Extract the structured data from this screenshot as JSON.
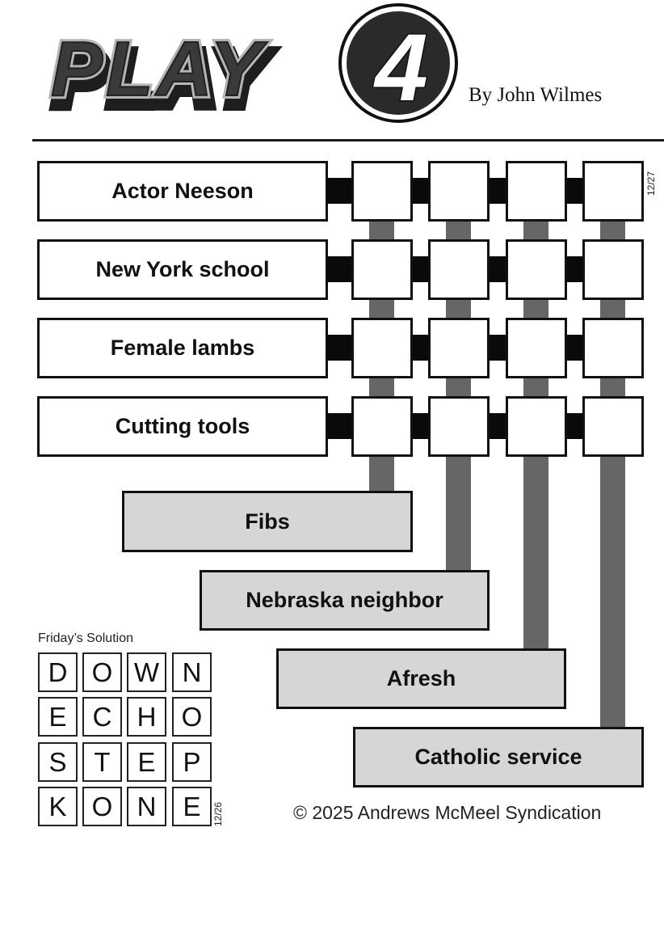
{
  "header": {
    "logo_text": "PLAY",
    "logo_number": "4",
    "byline": "By John Wilmes"
  },
  "puzzle": {
    "date": "12/27",
    "across_clues": [
      {
        "label": "Actor Neeson"
      },
      {
        "label": "New York school"
      },
      {
        "label": "Female lambs"
      },
      {
        "label": "Cutting tools"
      }
    ],
    "down_clues": [
      {
        "label": "Fibs"
      },
      {
        "label": "Nebraska neighbor"
      },
      {
        "label": "Afresh"
      },
      {
        "label": "Catholic service"
      }
    ],
    "grid": [
      [
        "",
        "",
        "",
        ""
      ],
      [
        "",
        "",
        "",
        ""
      ],
      [
        "",
        "",
        "",
        ""
      ],
      [
        "",
        "",
        "",
        ""
      ]
    ]
  },
  "solution": {
    "title": "Friday’s Solution",
    "date": "12/26",
    "rows": [
      [
        "D",
        "O",
        "W",
        "N"
      ],
      [
        "E",
        "C",
        "H",
        "O"
      ],
      [
        "S",
        "T",
        "E",
        "P"
      ],
      [
        "K",
        "O",
        "N",
        "E"
      ]
    ]
  },
  "footer": {
    "copyright": "© 2025 Andrews McMeel Syndication"
  },
  "colors": {
    "across_box": "#ffffff",
    "down_box": "#d6d6d6",
    "row_connector": "#0a0a0a",
    "column_connector": "#666666",
    "border": "#111111"
  }
}
